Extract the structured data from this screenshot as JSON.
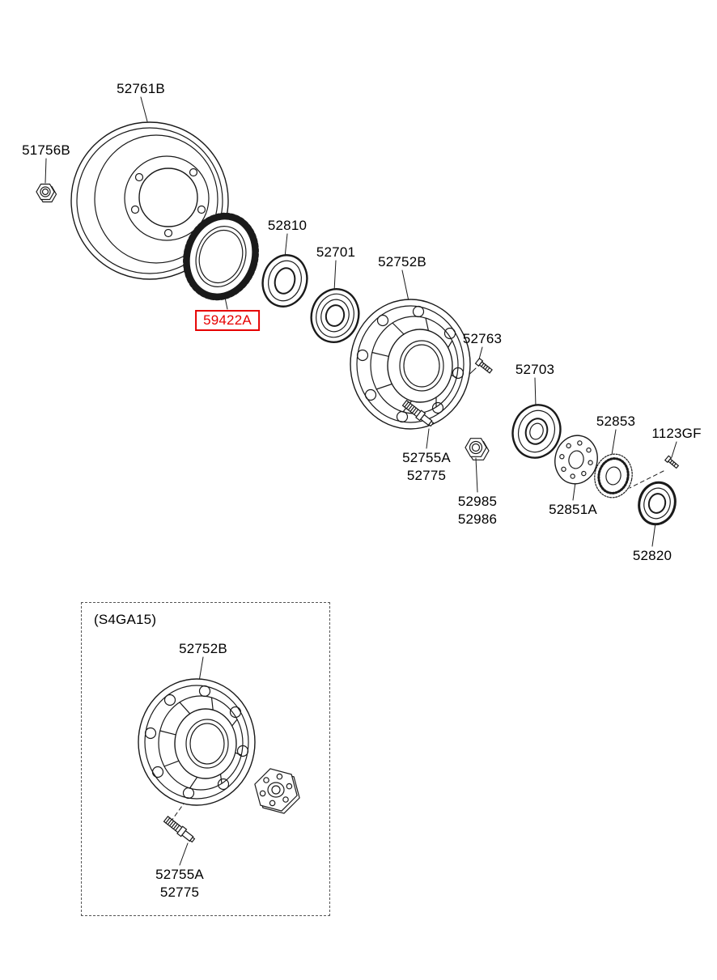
{
  "colors": {
    "highlight": "#e60000",
    "ink": "#1a1a1a",
    "background": "#ffffff"
  },
  "main_diagram": {
    "parts": {
      "brake_drum": "52761B",
      "hub_nut": "51756B",
      "inner_bearing": "52810",
      "bearing": "52701",
      "hub": "52752B",
      "tone_wheel": "59422A",
      "stud": "52763",
      "outer_bearing": "52703",
      "lock_washer": "52853",
      "bolt": "1123GF",
      "hub_bolt": "52755A",
      "hub_bolt_alt": "52775",
      "castle_nut": "52985",
      "castle_nut_alt": "52986",
      "bearing_washer": "52851A",
      "oil_seal": "52820"
    },
    "highlighted_part": "59422A"
  },
  "sub_diagram": {
    "title": "(S4GA15)",
    "parts": {
      "hub": "52752B",
      "hub_bolt": "52755A",
      "hub_bolt_alt": "52775"
    }
  }
}
